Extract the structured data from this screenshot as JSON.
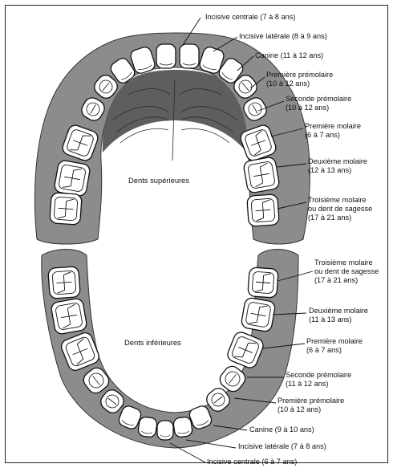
{
  "upper": {
    "caption": "Dents supérieures",
    "labels": [
      {
        "lines": [
          "Incisive centrale (7 à 8 ans)"
        ]
      },
      {
        "lines": [
          "Incisive latérale (8 à 9 ans)"
        ]
      },
      {
        "lines": [
          "Canine (11 à 12 ans)"
        ]
      },
      {
        "lines": [
          "Première prémolaire",
          "(10 à 12 ans)"
        ]
      },
      {
        "lines": [
          "Seconde prémolaire",
          "(10 à 12 ans)"
        ]
      },
      {
        "lines": [
          "Première molaire",
          "(6 à 7 ans)"
        ]
      },
      {
        "lines": [
          "Deuxième molaire",
          "(12 à 13 ans)"
        ]
      },
      {
        "lines": [
          "Troisième molaire",
          "ou dent de sagesse",
          "(17 à 21 ans)"
        ]
      }
    ]
  },
  "lower": {
    "caption": "Dents inférieures",
    "labels": [
      {
        "lines": [
          "Troisième molaire",
          "ou dent de sagesse",
          "(17 à 21 ans)"
        ]
      },
      {
        "lines": [
          "Deuxième molaire",
          "(11 à 13 ans)"
        ]
      },
      {
        "lines": [
          "Première molaire",
          "(6 à 7 ans)"
        ]
      },
      {
        "lines": [
          "Seconde prémolaire",
          "(11 à 12 ans)"
        ]
      },
      {
        "lines": [
          "Première prémolaire",
          "(10 à 12 ans)"
        ]
      },
      {
        "lines": [
          "Canine (9 à 10 ans)"
        ]
      },
      {
        "lines": [
          "Incisive latérale (7 à 8 ans)"
        ]
      },
      {
        "lines": [
          "Incisive centrale (6 à 7 ans)"
        ]
      }
    ]
  },
  "colors": {
    "gum": "#8c8c8c",
    "palate": "#6b6b6b",
    "tooth": "#ffffff",
    "line": "#111111"
  }
}
